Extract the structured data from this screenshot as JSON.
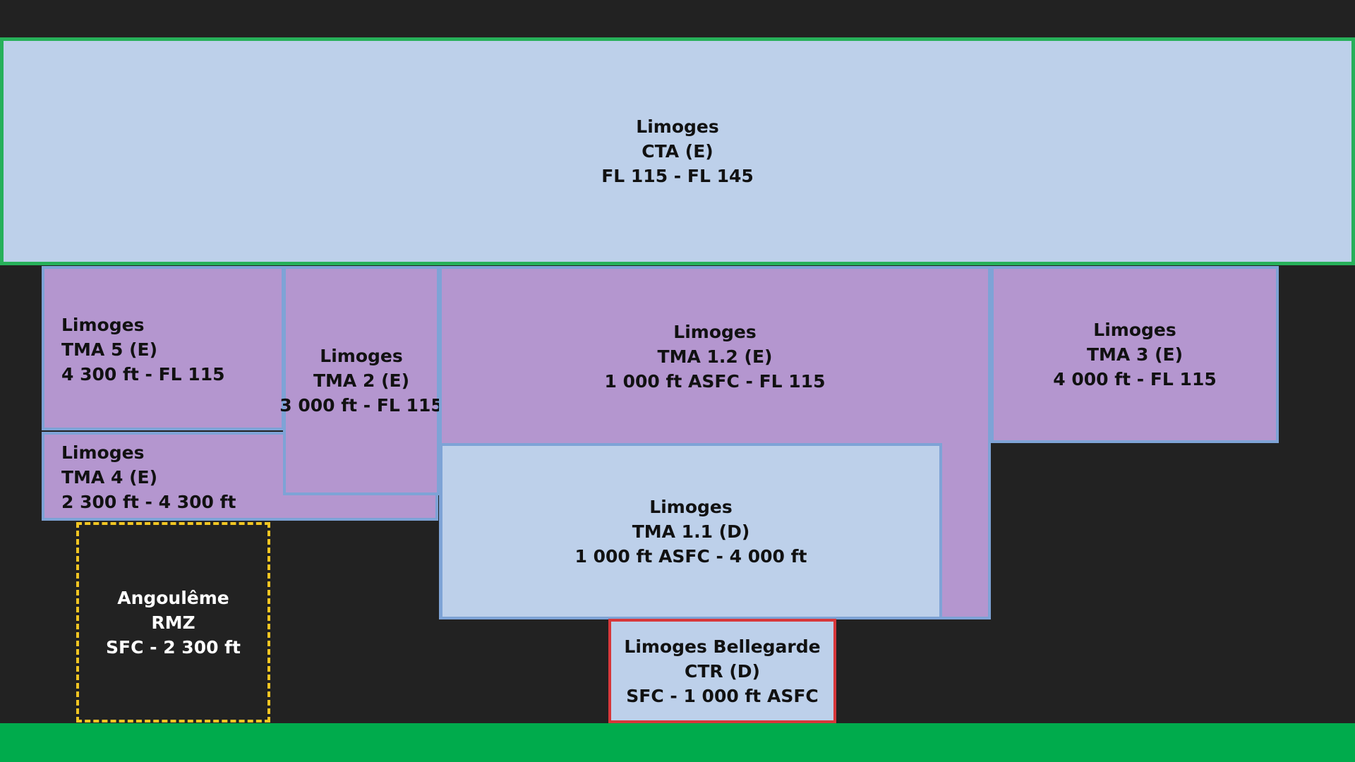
{
  "zones": {
    "cta": {
      "name": "Limoges",
      "class": "CTA (E)",
      "limits": "FL 115 - FL 145"
    },
    "tma5": {
      "name": "Limoges",
      "class": "TMA 5 (E)",
      "limits": "4 300 ft - FL 115"
    },
    "tma4": {
      "name": "Limoges",
      "class": "TMA 4 (E)",
      "limits": "2 300 ft - 4 300 ft"
    },
    "tma2": {
      "name": "Limoges",
      "class": "TMA 2 (E)",
      "limits": "3 000 ft - FL 115"
    },
    "tma1_2": {
      "name": "Limoges",
      "class": "TMA 1.2 (E)",
      "limits": "1 000 ft ASFC - FL 115"
    },
    "tma3": {
      "name": "Limoges",
      "class": "TMA 3 (E)",
      "limits": "4 000 ft - FL 115"
    },
    "tma1_1": {
      "name": "Limoges",
      "class": "TMA 1.1 (D)",
      "limits": "1 000 ft ASFC - 4 000 ft"
    },
    "ctr": {
      "name": "Limoges Bellegarde",
      "class": "CTR (D)",
      "limits": "SFC - 1 000 ft ASFC"
    },
    "rmz": {
      "name": "Angoulême",
      "class": "RMZ",
      "limits": "SFC - 2 300 ft"
    }
  },
  "colors": {
    "background": "#222222",
    "class_e_fill": "#b496cf",
    "class_d_fill": "#bdd0ea",
    "cta_border": "#27b05a",
    "tma_border": "#7ea3d6",
    "ctr_border": "#d8373a",
    "rmz_border": "#f2c522",
    "ground": "#00ab4c"
  }
}
